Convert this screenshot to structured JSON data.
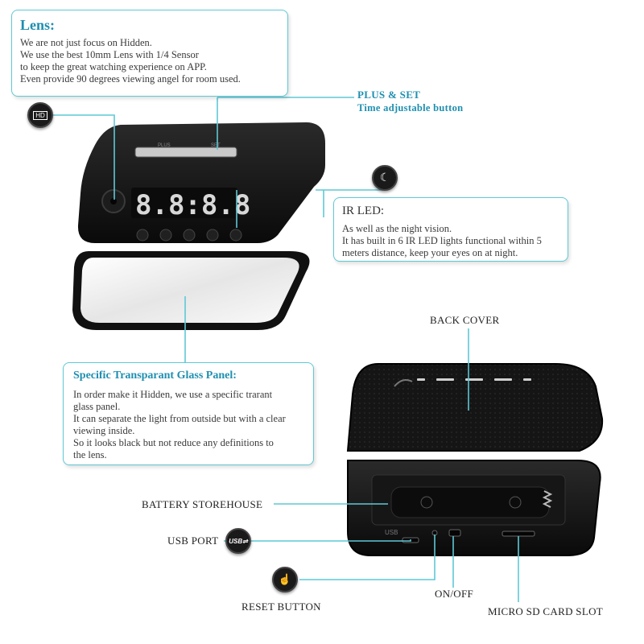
{
  "lens": {
    "title": "Lens:",
    "lines": [
      "We are not just focus on Hidden.",
      "We use the best 10mm Lens with 1/4 Sensor",
      "to keep the great watching experience on APP.",
      "Even provide 90 degrees viewing angel for room used."
    ]
  },
  "plus_set": {
    "title": "PLUS & SET",
    "subtitle": "Time adjustable button"
  },
  "ir_led": {
    "title": "IR LED:",
    "lines": [
      "As well as the night vision.",
      "It has built in 6 IR LED lights functional within 5",
      "meters distance, keep your eyes on at night."
    ]
  },
  "glass": {
    "title": "Specific Transparant Glass Panel:",
    "lines": [
      "In order make it Hidden, we use a specific trarant",
      "glass panel.",
      "It can separate the light from outside but with a clear",
      "viewing inside.",
      "So it looks black but not reduce any definitions to",
      "the lens."
    ]
  },
  "labels": {
    "back_cover": "BACK COVER",
    "battery": "BATTERY STOREHOUSE",
    "usb_port": "USB PORT",
    "reset": "RESET BUTTON",
    "on_off": "ON/OFF",
    "sd_slot": "MICRO SD CARD SLOT"
  },
  "device": {
    "clock_display": "8.8:8.8",
    "plus_label": "PLUS",
    "set_label": "SET",
    "usb_text": "USB"
  },
  "icons": [
    "hd-icon",
    "moon-icon",
    "usb-icon",
    "touch-icon"
  ],
  "colors": {
    "accent": "#5fc8d6",
    "title": "#1f8fb0",
    "device": "#141414",
    "mirror": "#f2f2f2"
  }
}
